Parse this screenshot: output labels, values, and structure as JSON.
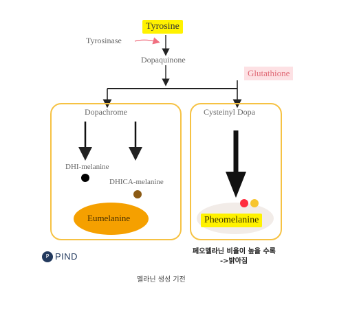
{
  "diagram": {
    "tyrosine": "Tyrosine",
    "tyrosinase": "Tyrosinase",
    "dopaquinone": "Dopaquinone",
    "glutathione": "Glutathione",
    "dopachrome": "Dopachrome",
    "cysteinyl_dopa": "Cysteinyl Dopa",
    "dhi_melanine": "DHI-melanine",
    "dhica_melanine": "DHICA-melanine",
    "eumelanine": "Eumelanine",
    "pheomelanine": "Pheomelanine",
    "note_line1": "페오멜라닌 비율이 높을 수록",
    "note_line2": "->밝아짐"
  },
  "logo": {
    "text": "PIND"
  },
  "caption": "멜라닌 생성 기전",
  "colors": {
    "highlight_yellow": "#fff200",
    "box_border": "#f6c243",
    "eumelanine_fill": "#f5a000",
    "dhi_dot": "#000000",
    "dhica_dot": "#8b5a14",
    "red_dot": "#ff2d3f",
    "yellow_dot": "#f7c52e",
    "arrow_pink": "#f07080"
  }
}
